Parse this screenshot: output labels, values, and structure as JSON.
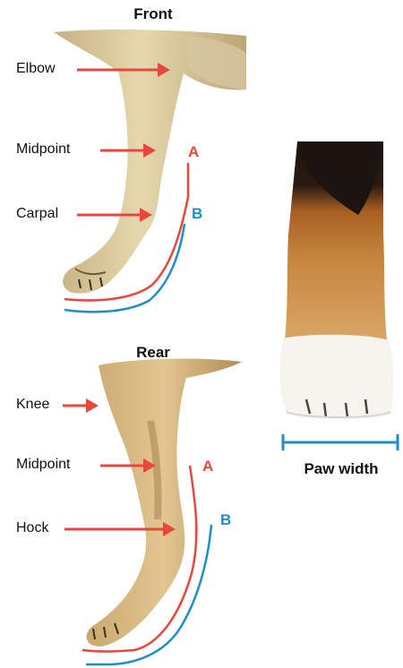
{
  "front": {
    "title": "Front",
    "labels": {
      "elbow": "Elbow",
      "midpoint": "Midpoint",
      "carpal": "Carpal"
    },
    "measure_a": "A",
    "measure_b": "B"
  },
  "rear": {
    "title": "Rear",
    "labels": {
      "knee": "Knee",
      "midpoint": "Midpoint",
      "hock": "Hock"
    },
    "measure_a": "A",
    "measure_b": "B"
  },
  "paw": {
    "label": "Paw width"
  },
  "colors": {
    "arrow_red": "#e8483c",
    "measure_blue": "#1e8fc6",
    "fur_light": "#e2d2a4",
    "fur_tan": "#c98a3c",
    "fur_black": "#1c1410",
    "paw_white": "#f6f4ef"
  }
}
